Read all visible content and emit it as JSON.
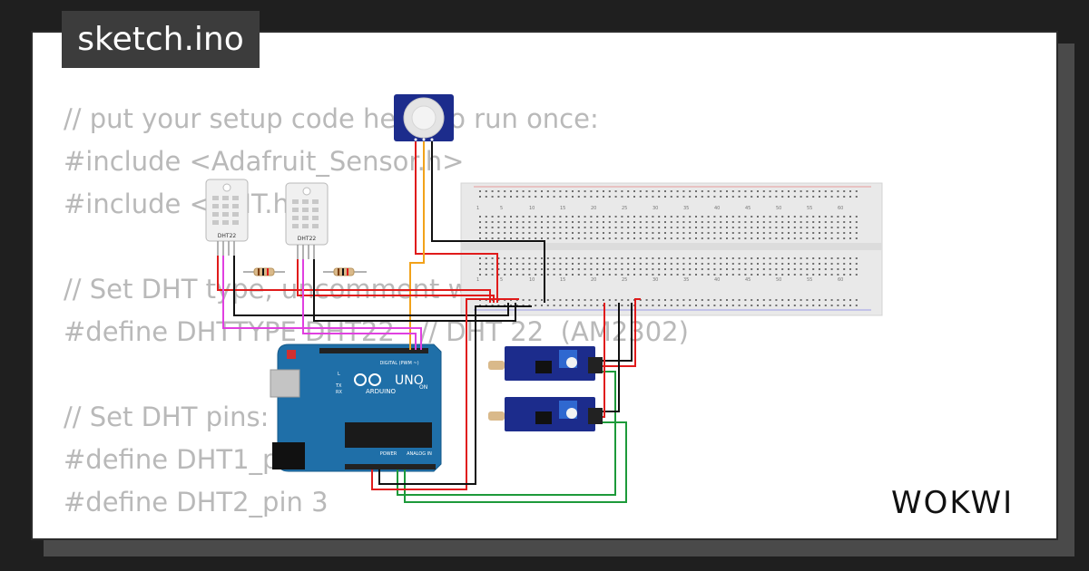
{
  "tab": {
    "title": "sketch.ino"
  },
  "code": {
    "lines": [
      "// put your setup code here, to run once:",
      "#include <Adafruit_Sensor.h>",
      "#include <DHT.h>",
      "",
      "// Set DHT type, uncomment whatever type you're using!",
      "#define DHTTYPE DHT22   // DHT 22  (AM2302)",
      "",
      "// Set DHT pins:",
      "#define DHT1_pin 2",
      "#define DHT2_pin 3"
    ]
  },
  "circuit": {
    "sensor1_label": "DHT22",
    "sensor2_label": "DHT22",
    "arduino_brand": "ARDUINO",
    "arduino_model": "UNO",
    "digital_header_label": "DIGITAL (PWM ~)",
    "power_label": "POWER",
    "analog_label": "ANALOG IN",
    "on_label": "ON",
    "tx_label": "TX",
    "rx_label": "RX",
    "l_label": "L",
    "breadboard_numbers": [
      "1",
      "5",
      "10",
      "15",
      "20",
      "25",
      "30",
      "35",
      "40",
      "45",
      "50",
      "55",
      "60"
    ],
    "wire_colors": {
      "red": "#e01b1b",
      "black": "#111111",
      "magenta": "#e040e0",
      "green": "#1d9a3a",
      "orange": "#f2a21a"
    }
  },
  "logo": {
    "text": "WOKWI"
  }
}
